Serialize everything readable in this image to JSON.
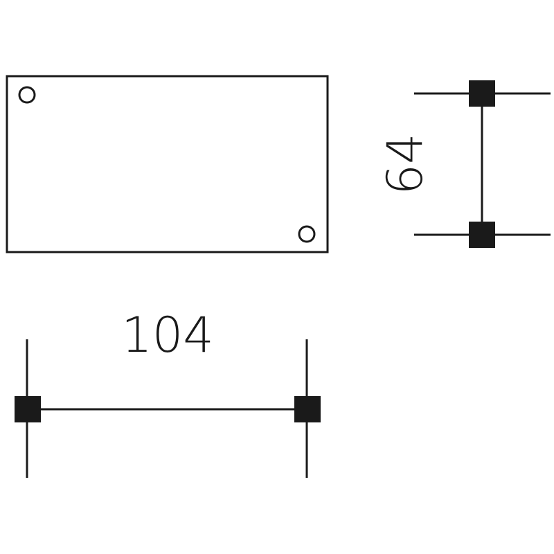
{
  "drawing": {
    "width_dimension": {
      "label": "104",
      "value": 104
    },
    "height_dimension": {
      "label": "64",
      "value": 64
    },
    "colors": {
      "stroke": "#1a1a1a",
      "marker": "#1a1a1a",
      "background": "#ffffff"
    }
  }
}
